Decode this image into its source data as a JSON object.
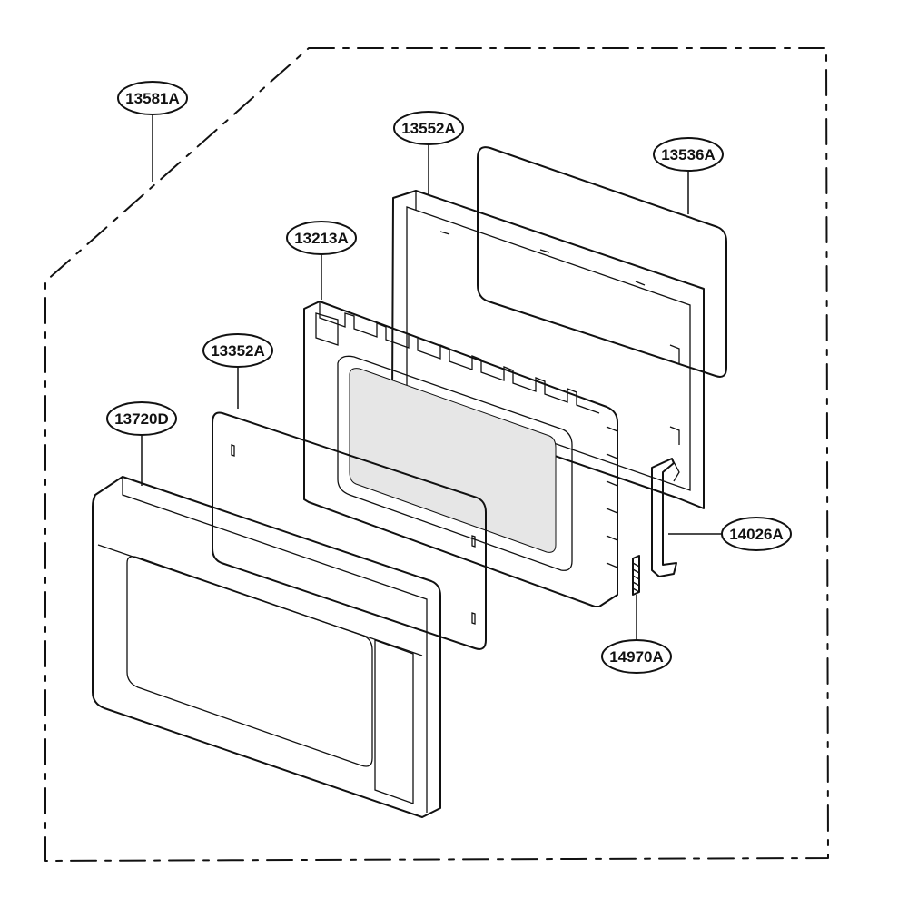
{
  "parts": [
    {
      "id": "13581A",
      "label": "13581A"
    },
    {
      "id": "13552A",
      "label": "13552A"
    },
    {
      "id": "13536A",
      "label": "13536A"
    },
    {
      "id": "13213A",
      "label": "13213A"
    },
    {
      "id": "13352A",
      "label": "13352A"
    },
    {
      "id": "13720D",
      "label": "13720D"
    },
    {
      "id": "14026A",
      "label": "14026A"
    },
    {
      "id": "14970A",
      "label": "14970A"
    }
  ]
}
